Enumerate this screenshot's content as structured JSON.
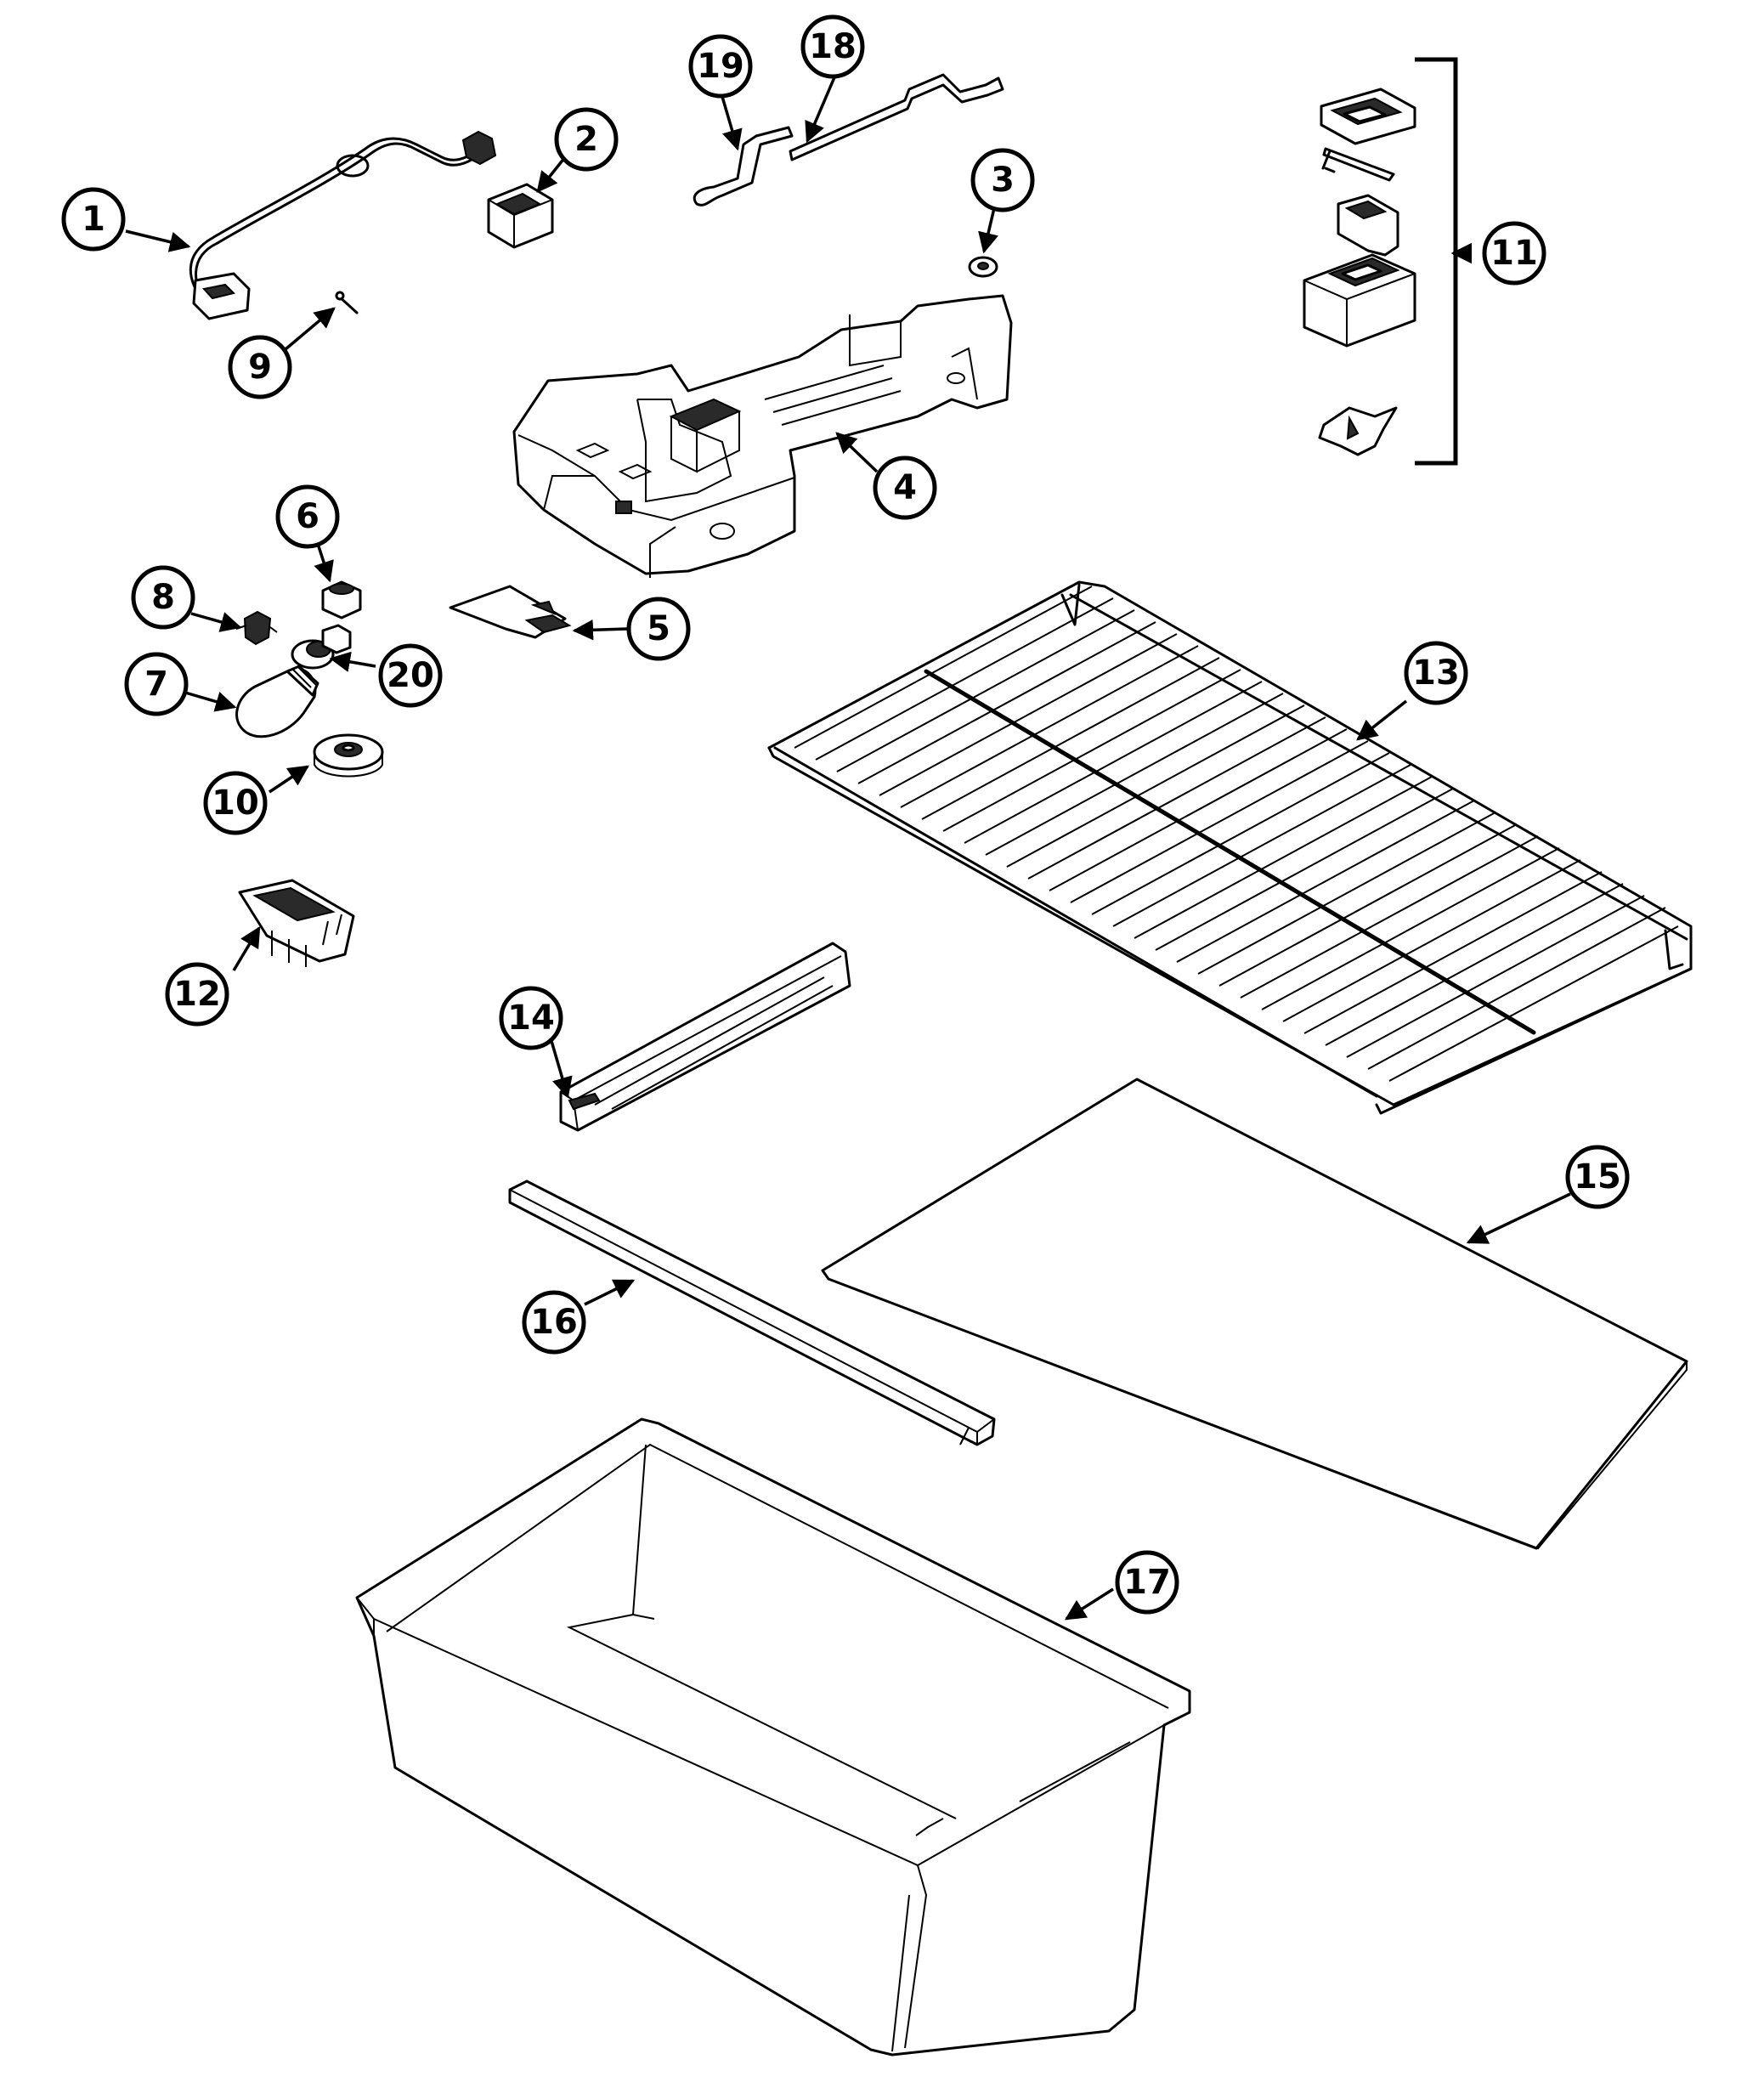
{
  "callouts": [
    {
      "id": "c1",
      "label": "1"
    },
    {
      "id": "c2",
      "label": "2"
    },
    {
      "id": "c3",
      "label": "3"
    },
    {
      "id": "c4",
      "label": "4"
    },
    {
      "id": "c5",
      "label": "5"
    },
    {
      "id": "c6",
      "label": "6"
    },
    {
      "id": "c7",
      "label": "7"
    },
    {
      "id": "c8",
      "label": "8"
    },
    {
      "id": "c9",
      "label": "9"
    },
    {
      "id": "c10",
      "label": "10"
    },
    {
      "id": "c11",
      "label": "11"
    },
    {
      "id": "c12",
      "label": "12"
    },
    {
      "id": "c13",
      "label": "13"
    },
    {
      "id": "c14",
      "label": "14"
    },
    {
      "id": "c15",
      "label": "15"
    },
    {
      "id": "c16",
      "label": "16"
    },
    {
      "id": "c17",
      "label": "17"
    },
    {
      "id": "c18",
      "label": "18"
    },
    {
      "id": "c19",
      "label": "19"
    },
    {
      "id": "c20",
      "label": "20"
    }
  ],
  "colors": {
    "line": "#000000",
    "background": "#ffffff"
  }
}
